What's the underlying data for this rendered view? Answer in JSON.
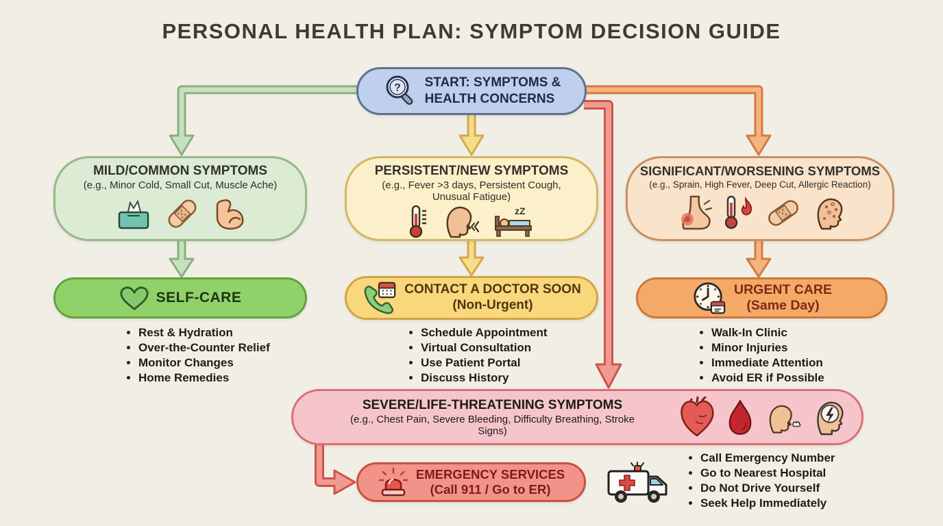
{
  "title": "PERSONAL HEALTH PLAN: SYMPTOM DECISION GUIDE",
  "start": {
    "line1": "START: SYMPTOMS &",
    "line2": "HEALTH CONCERNS",
    "icon": "magnifier-question-icon"
  },
  "branches": {
    "mild": {
      "title": "MILD/COMMON SYMPTOMS",
      "examples": "(e.g., Minor Cold, Small Cut, Muscle Ache)",
      "icons": [
        "tissue-box-icon",
        "bandage-icon",
        "flexed-bicep-icon"
      ]
    },
    "persistent": {
      "title": "PERSISTENT/NEW SYMPTOMS",
      "examples_line1": "(e.g., Fever >3 days, Persistent Cough,",
      "examples_line2": "Unusual Fatigue)",
      "icons": [
        "thermometer-icon",
        "coughing-face-icon",
        "sleeping-in-bed-icon"
      ]
    },
    "significant": {
      "title": "SIGNIFICANT/WORSENING SYMPTOMS",
      "examples": "(e.g., Sprain, High Fever, Deep Cut, Allergic Reaction)",
      "icons": [
        "sprained-ankle-icon",
        "high-fever-thermometer-icon",
        "bandage-icon",
        "allergic-reaction-face-icon"
      ]
    }
  },
  "actions": {
    "self_care": {
      "title": "SELF-CARE",
      "icon": "green-heart-icon",
      "bullets": [
        "Rest & Hydration",
        "Over-the-Counter Relief",
        "Monitor Changes",
        "Home Remedies"
      ]
    },
    "doctor": {
      "title": "CONTACT A DOCTOR SOON",
      "subtitle": "(Non-Urgent)",
      "icon": "phone-calendar-icon",
      "bullets": [
        "Schedule Appointment",
        "Virtual Consultation",
        "Use Patient Portal",
        "Discuss History"
      ]
    },
    "urgent": {
      "title": "URGENT CARE",
      "subtitle": "(Same Day)",
      "icon": "clock-calendar-icon",
      "bullets": [
        "Walk-In Clinic",
        "Minor Injuries",
        "Immediate Attention",
        "Avoid ER if Possible"
      ]
    }
  },
  "severe": {
    "title": "SEVERE/LIFE-THREATENING SYMPTOMS",
    "examples_line1": "(e.g., Chest Pain, Severe Bleeding, Difficulty Breathing, Stroke",
    "examples_line2": "Signs)",
    "icons": [
      "anatomical-heart-icon",
      "blood-drop-icon",
      "breathing-difficulty-face-icon",
      "stroke-head-icon"
    ]
  },
  "emergency": {
    "title": "EMERGENCY SERVICES",
    "subtitle": "(Call 911 / Go to ER)",
    "icon": "siren-icon",
    "side_icon": "ambulance-icon",
    "bullets": [
      "Call Emergency Number",
      "Go to Nearest Hospital",
      "Do Not Drive Yourself",
      "Seek Help Immediately"
    ]
  },
  "icons": {
    "question_mark": "?",
    "sleep_zz": "zZ"
  },
  "colors": {
    "background": "#f1efe5",
    "start_fill": "#bed0eb",
    "start_border": "#5f7191",
    "mild_fill": "#dcebd3",
    "mild_border": "#96b88a",
    "persistent_fill": "#fbf0c9",
    "persistent_border": "#d4b765",
    "significant_fill": "#f9e3ca",
    "significant_border": "#c98f63",
    "self_care_fill": "#90d169",
    "self_care_border": "#63a23e",
    "doctor_fill": "#f8d87b",
    "doctor_border": "#d2a544",
    "urgent_fill": "#f5a967",
    "urgent_border": "#cf7638",
    "severe_fill": "#f6c5cb",
    "severe_border": "#dd6d77",
    "emergency_fill": "#f2938a",
    "emergency_border": "#c94f44",
    "arrow_green": "#c6e2bd",
    "arrow_yellow": "#f7dc8c",
    "arrow_orange": "#f6b47c",
    "arrow_red": "#f19a90"
  }
}
